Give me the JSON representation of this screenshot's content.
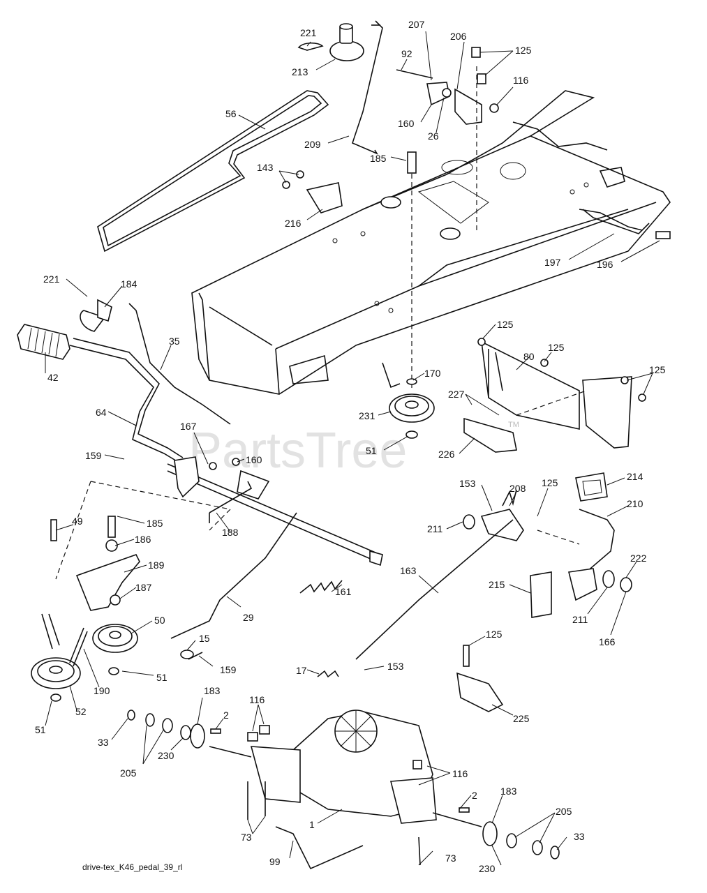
{
  "watermark": "PartsTree",
  "watermark_mark": "TM",
  "footer": "drive-tex_K46_pedal_39_rl",
  "part_labels": [
    "221",
    "213",
    "207",
    "206",
    "125",
    "92",
    "116",
    "56",
    "160",
    "26",
    "209",
    "185",
    "143",
    "216",
    "197",
    "196",
    "221",
    "184",
    "35",
    "42",
    "64",
    "167",
    "160",
    "159",
    "170",
    "80",
    "125",
    "125",
    "125",
    "227",
    "231",
    "51",
    "226",
    "49",
    "185",
    "186",
    "189",
    "188",
    "187",
    "50",
    "190",
    "51",
    "52",
    "51",
    "33",
    "205",
    "230",
    "183",
    "116",
    "2",
    "161",
    "29",
    "15",
    "159",
    "17",
    "153",
    "163",
    "153",
    "211",
    "208",
    "125",
    "214",
    "210",
    "215",
    "222",
    "211",
    "166",
    "125",
    "225",
    "116",
    "2",
    "183",
    "205",
    "33",
    "1",
    "73",
    "73",
    "99",
    "230"
  ]
}
